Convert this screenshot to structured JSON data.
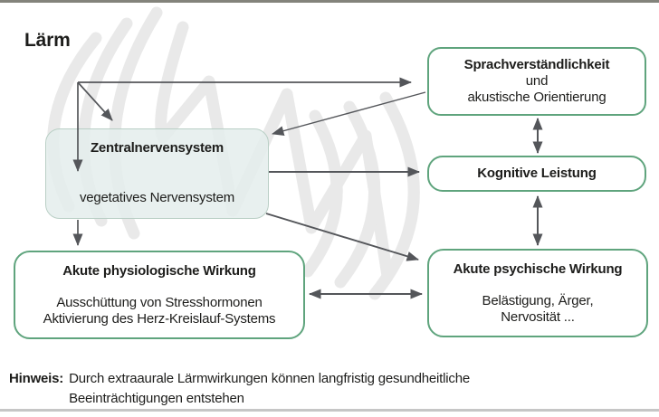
{
  "title": "Lärm",
  "colors": {
    "box_border_green": "#5fa47d",
    "cns_border": "#b9cfc5",
    "arrow": "#54565a",
    "watermark": "#e9e9e9",
    "top_rule": "#83837b",
    "bottom_rule": "#c6c6c6",
    "text": "#1d1d1b"
  },
  "boxes": {
    "cns": {
      "title": "Zentralnervensystem",
      "subtitle": "vegetatives Nervensystem"
    },
    "speech": {
      "title": "Sprachverständlichkeit",
      "line2": "und",
      "line3": "akustische Orientierung"
    },
    "cognitive": {
      "title": "Kognitive Leistung"
    },
    "physiological": {
      "title": "Akute physiologische Wirkung",
      "line2": "Ausschüttung von Stresshormonen",
      "line3": "Aktivierung des Herz-Kreislauf-Systems"
    },
    "psychological": {
      "title": "Akute psychische Wirkung",
      "line2": "Belästigung, Ärger,",
      "line3": "Nervosität ..."
    }
  },
  "note": {
    "label": "Hinweis:",
    "line1": "Durch extraaurale Lärmwirkungen können langfristig gesundheitliche",
    "line2": "Beeinträchtigungen entstehen"
  },
  "icons": {
    "watermark": "sound-wave-scribble-watermark"
  },
  "edges": [
    {
      "from": "Lärm",
      "to": "Zentralnervensystem",
      "type": "arrow"
    },
    {
      "from": "Lärm",
      "to": "vegetatives Nervensystem",
      "type": "arrow"
    },
    {
      "from": "Lärm",
      "to": "Sprachverständlichkeit",
      "type": "arrow"
    },
    {
      "from": "Sprachverständlichkeit",
      "to": "Zentralnervensystem",
      "type": "arrow"
    },
    {
      "from": "Zentralnervensystem",
      "to": "Kognitive Leistung",
      "type": "arrow"
    },
    {
      "from": "Zentralnervensystem",
      "to": "Akute psychische Wirkung",
      "type": "arrow"
    },
    {
      "from": "Zentralnervensystem",
      "to": "Akute physiologische Wirkung",
      "type": "arrow"
    },
    {
      "from": "Sprachverständlichkeit",
      "to": "Kognitive Leistung",
      "type": "double-arrow"
    },
    {
      "from": "Kognitive Leistung",
      "to": "Akute psychische Wirkung",
      "type": "double-arrow"
    },
    {
      "from": "Akute physiologische Wirkung",
      "to": "Akute psychische Wirkung",
      "type": "double-arrow"
    }
  ]
}
